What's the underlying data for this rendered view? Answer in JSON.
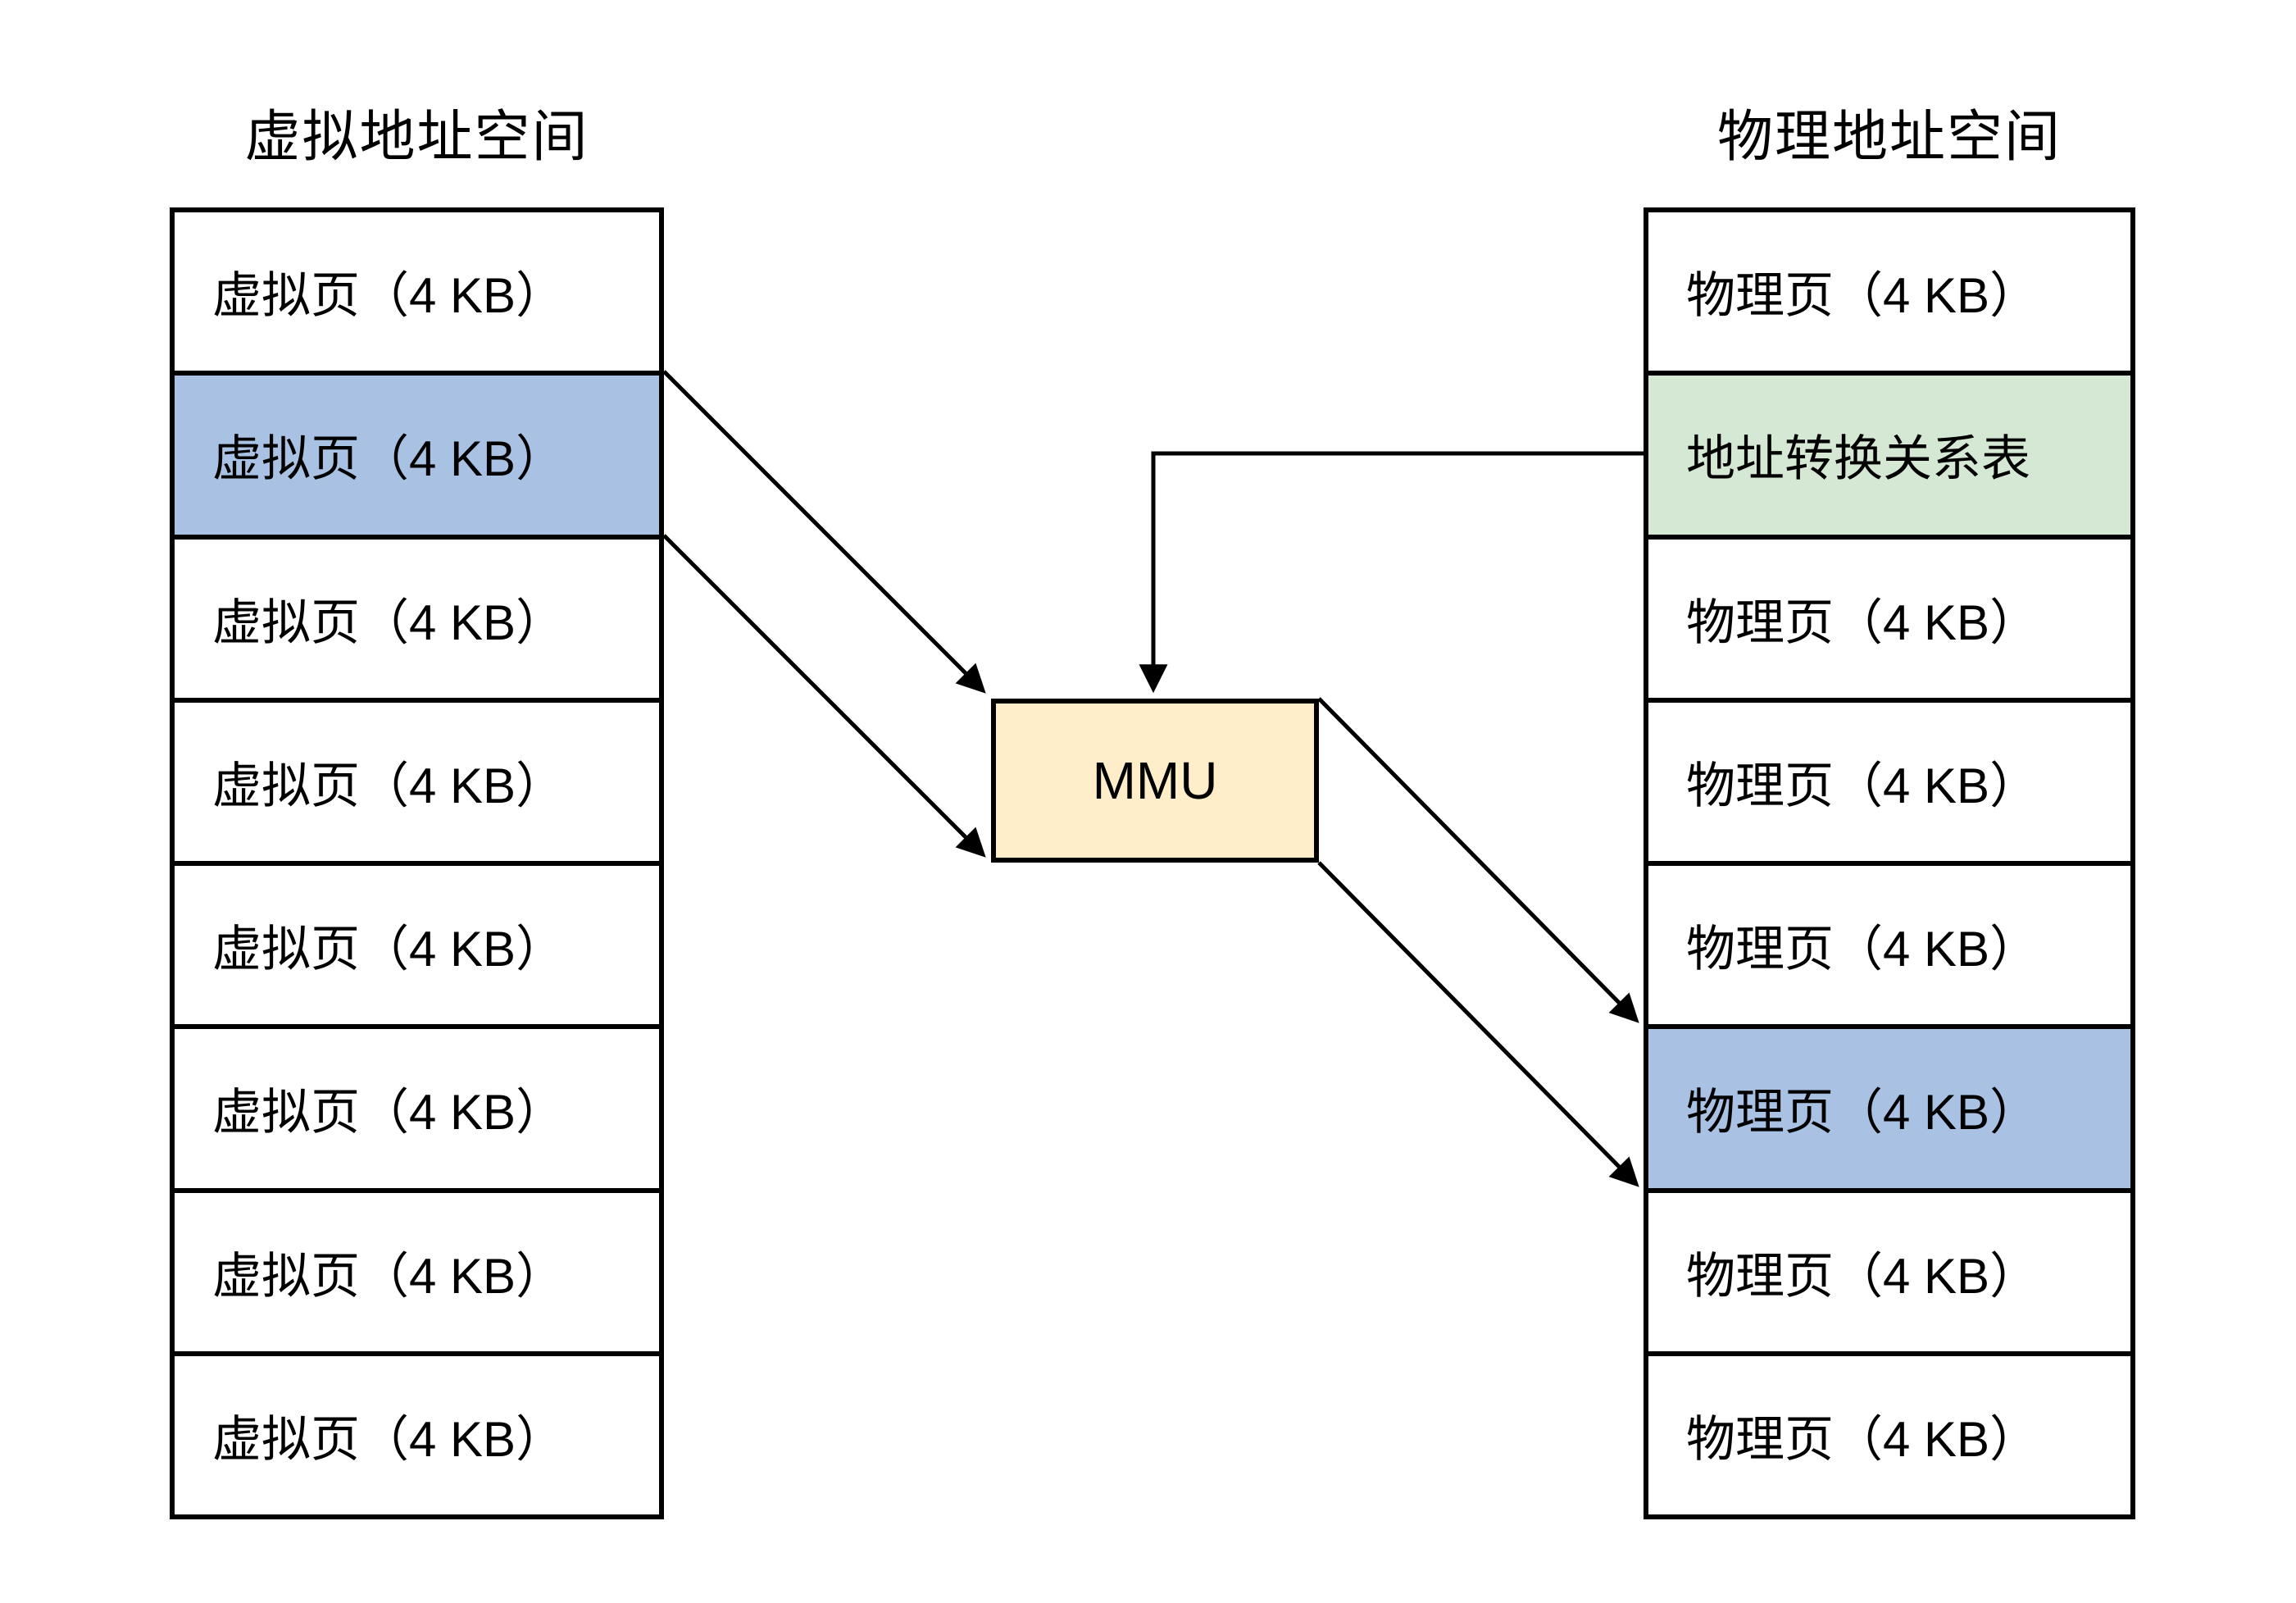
{
  "left_panel": {
    "title": "虚拟地址空间",
    "rows": [
      {
        "label": "虚拟页（4 KB）",
        "highlight": "none"
      },
      {
        "label": "虚拟页（4 KB）",
        "highlight": "blue"
      },
      {
        "label": "虚拟页（4 KB）",
        "highlight": "none"
      },
      {
        "label": "虚拟页（4 KB）",
        "highlight": "none"
      },
      {
        "label": "虚拟页（4 KB）",
        "highlight": "none"
      },
      {
        "label": "虚拟页（4 KB）",
        "highlight": "none"
      },
      {
        "label": "虚拟页（4 KB）",
        "highlight": "none"
      },
      {
        "label": "虚拟页（4 KB）",
        "highlight": "none"
      }
    ]
  },
  "right_panel": {
    "title": "物理地址空间",
    "rows": [
      {
        "label": "物理页（4 KB）",
        "highlight": "none"
      },
      {
        "label": "地址转换关系表",
        "highlight": "green"
      },
      {
        "label": "物理页（4 KB）",
        "highlight": "none"
      },
      {
        "label": "物理页（4 KB）",
        "highlight": "none"
      },
      {
        "label": "物理页（4 KB）",
        "highlight": "none"
      },
      {
        "label": "物理页（4 KB）",
        "highlight": "blue"
      },
      {
        "label": "物理页（4 KB）",
        "highlight": "none"
      },
      {
        "label": "物理页（4 KB）",
        "highlight": "none"
      }
    ]
  },
  "mmu": {
    "label": "MMU"
  },
  "colors": {
    "highlight_blue": "#a9c1e3",
    "highlight_green": "#d5e8d4",
    "mmu_fill": "#ffeec9",
    "stroke": "#000000"
  }
}
